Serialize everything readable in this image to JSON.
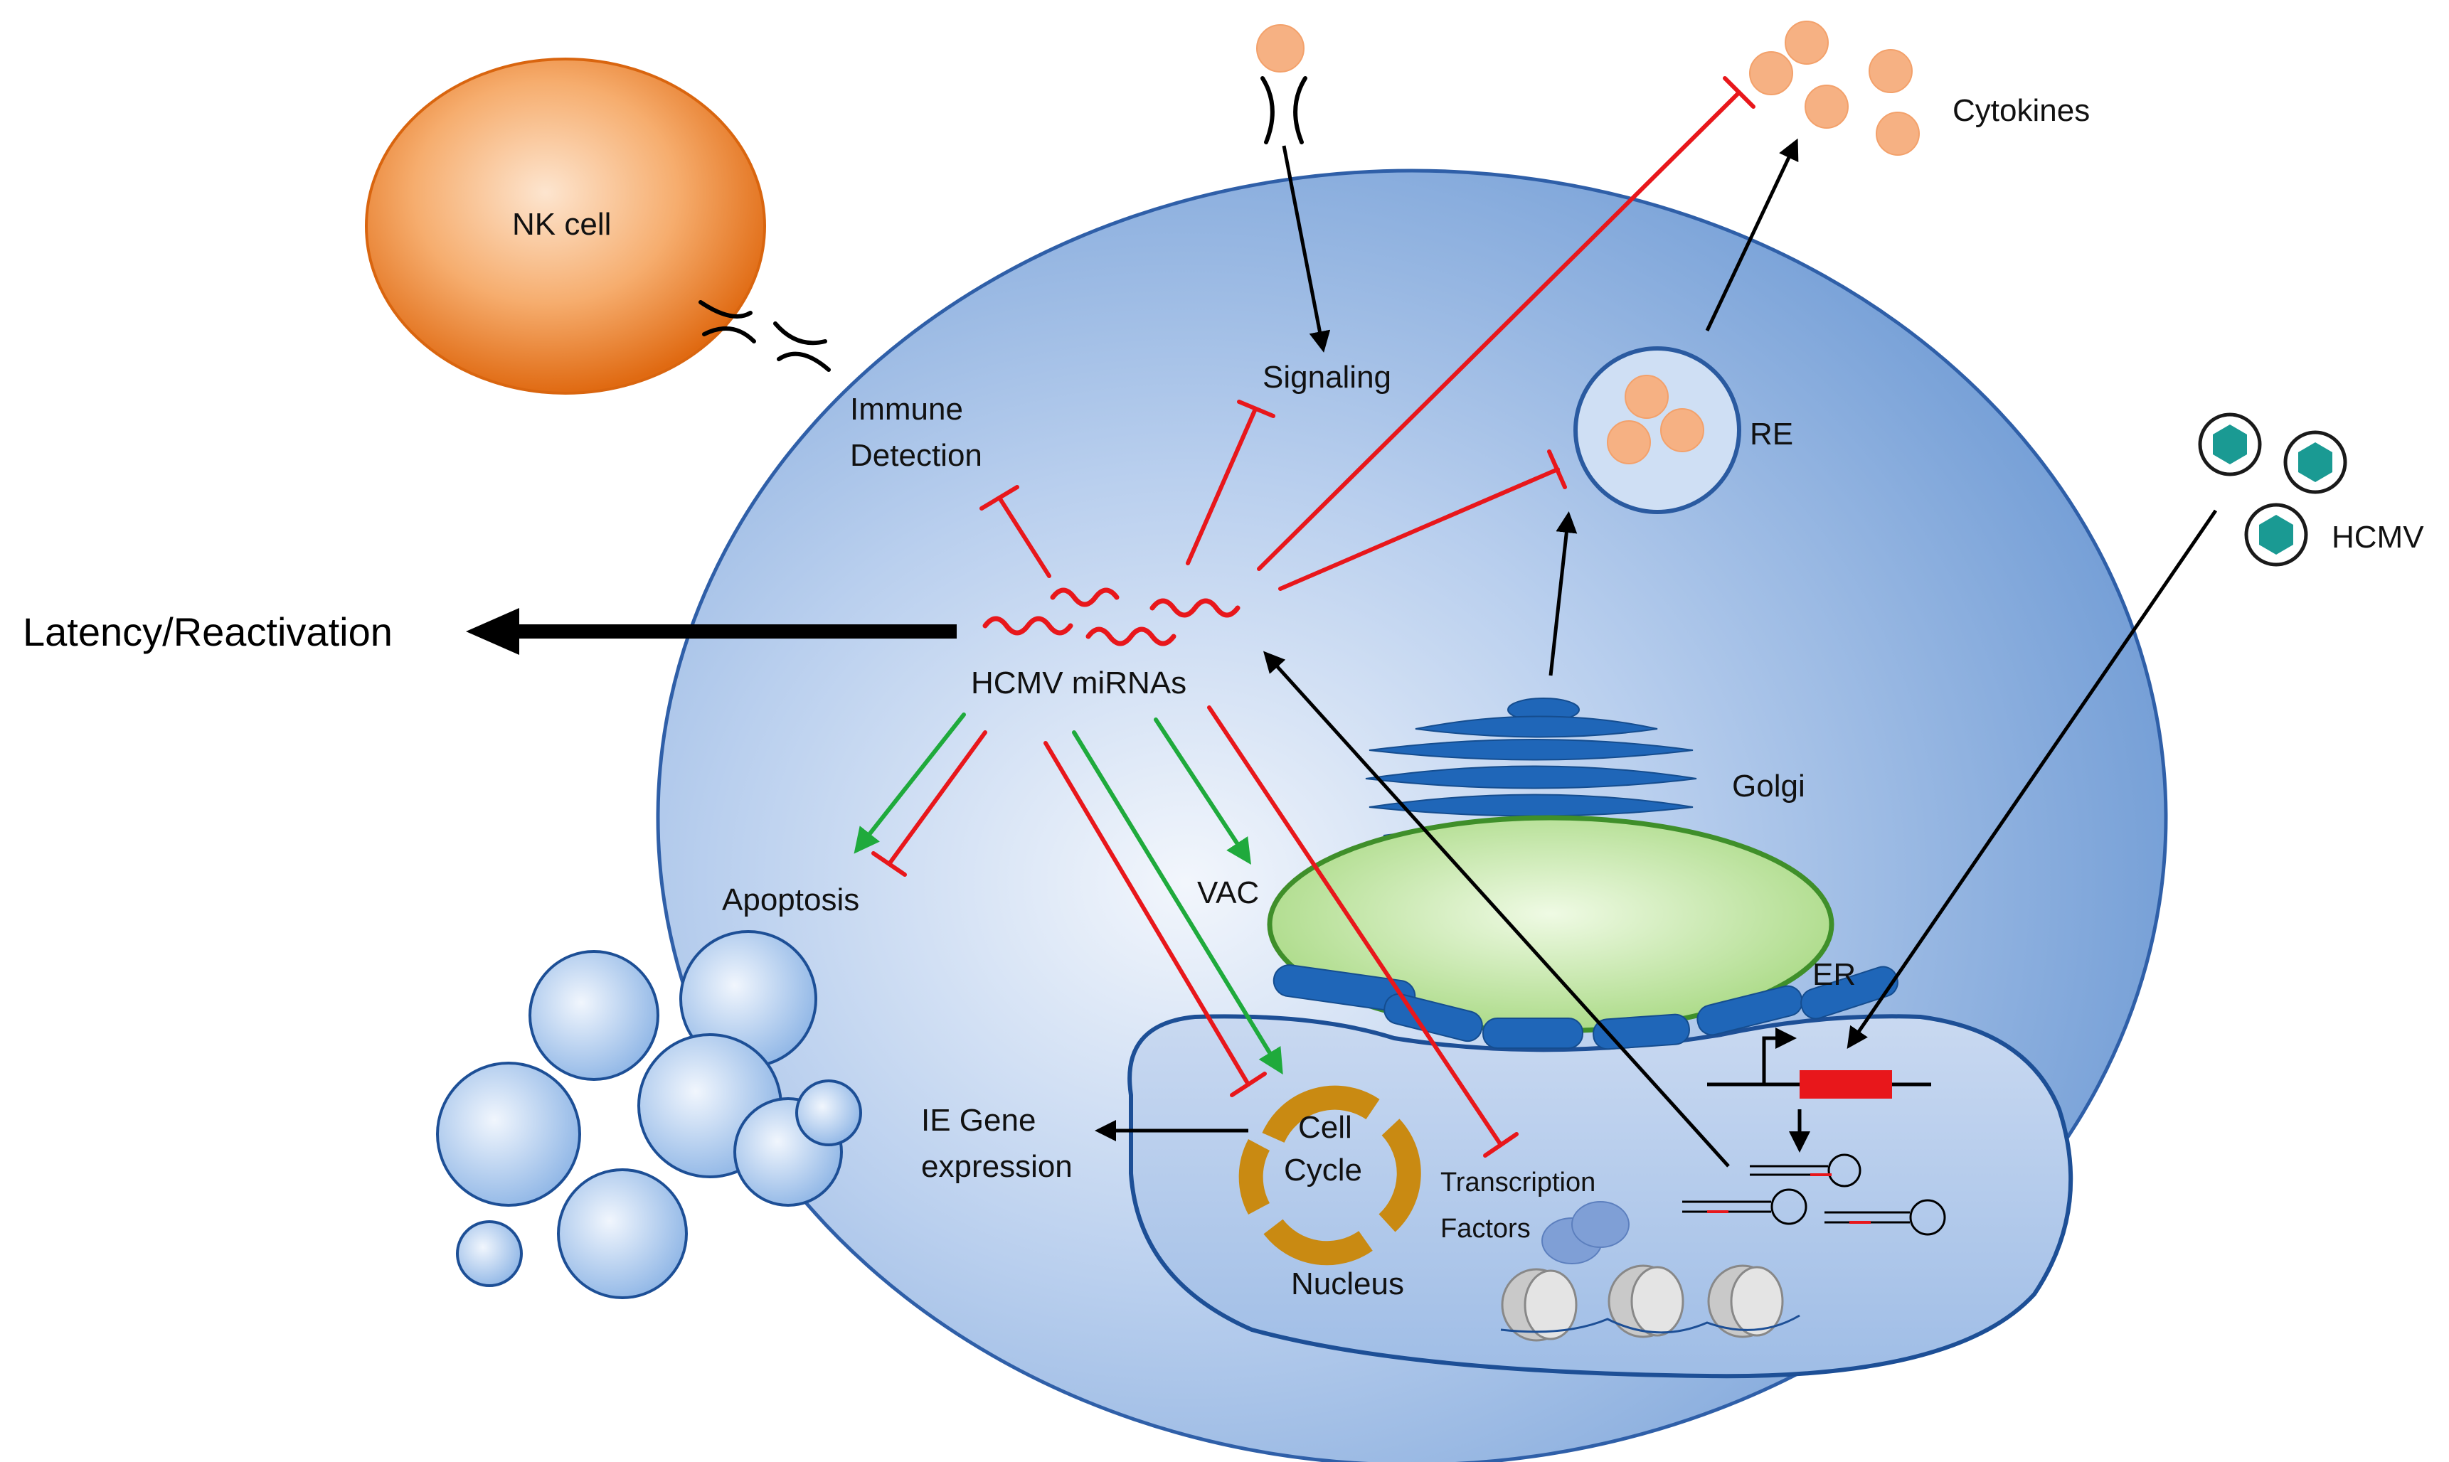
{
  "labels": {
    "nk_cell": "NK cell",
    "cytokines": "Cytokines",
    "signaling": "Signaling",
    "immune_detection_1": "Immune",
    "immune_detection_2": "Detection",
    "re": "RE",
    "hcmv": "HCMV",
    "latency": "Latency/Reactivation",
    "hcmv_mirnas": "HCMV miRNAs",
    "golgi": "Golgi",
    "apoptosis": "Apoptosis",
    "vac": "VAC",
    "er": "ER",
    "ie_gene_1": "IE Gene",
    "ie_gene_2": "expression",
    "cell_cycle_1": "Cell",
    "cell_cycle_2": "Cycle",
    "transcription_1": "Transcription",
    "transcription_2": "Factors",
    "nucleus": "Nucleus"
  },
  "colors": {
    "inhibition": "#e8171b",
    "activation": "#1faa3c",
    "arrow": "#000000",
    "cell_body": "#7aa6dc",
    "organelle_blue": "#1f66b8",
    "vac_green": "#b9e29a",
    "nk_orange": "#ee7a22",
    "cytokine": "#f6b183",
    "virion": "#1a9a93",
    "cell_cycle": "#c98a12"
  }
}
